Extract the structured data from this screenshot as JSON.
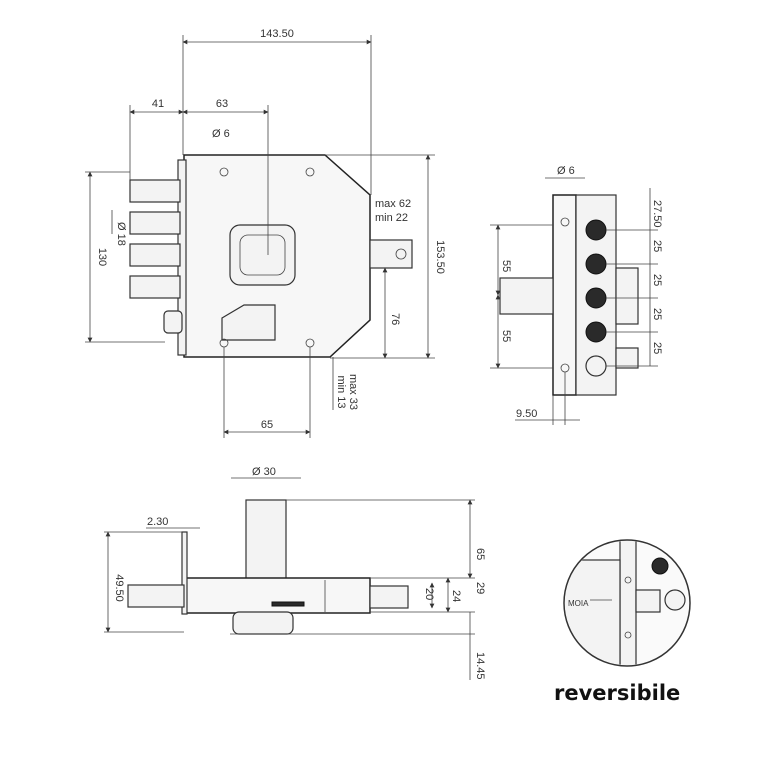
{
  "front_view": {
    "dims": {
      "width_total": "143.50",
      "offset_41": "41",
      "offset_63": "63",
      "hole_dia": "Ø 6",
      "bolt_dia": "Ø 18",
      "height_130": "130",
      "height_153": "153.50",
      "backset_max": "max 62",
      "backset_min": "min 22",
      "dim_76": "76",
      "dim_65": "65",
      "lower_max": "max 33",
      "lower_min": "min 13"
    }
  },
  "side_view": {
    "dims": {
      "hole_dia": "Ø 6",
      "pitch_top": "27.50",
      "pitch_1": "25",
      "pitch_2": "25",
      "pitch_3": "25",
      "pitch_4": "25",
      "dim_55_top": "55",
      "dim_55_bottom": "55",
      "depth": "9.50"
    }
  },
  "top_view": {
    "dims": {
      "cylinder_dia": "Ø 30",
      "plate_thickness": "2.30",
      "dim_49": "49.50",
      "dim_65": "65",
      "dim_29": "29",
      "dim_20": "20",
      "dim_24": "24",
      "dim_14": "14.45"
    }
  },
  "detail": {
    "label": "MOIA"
  },
  "caption": "reversibile"
}
